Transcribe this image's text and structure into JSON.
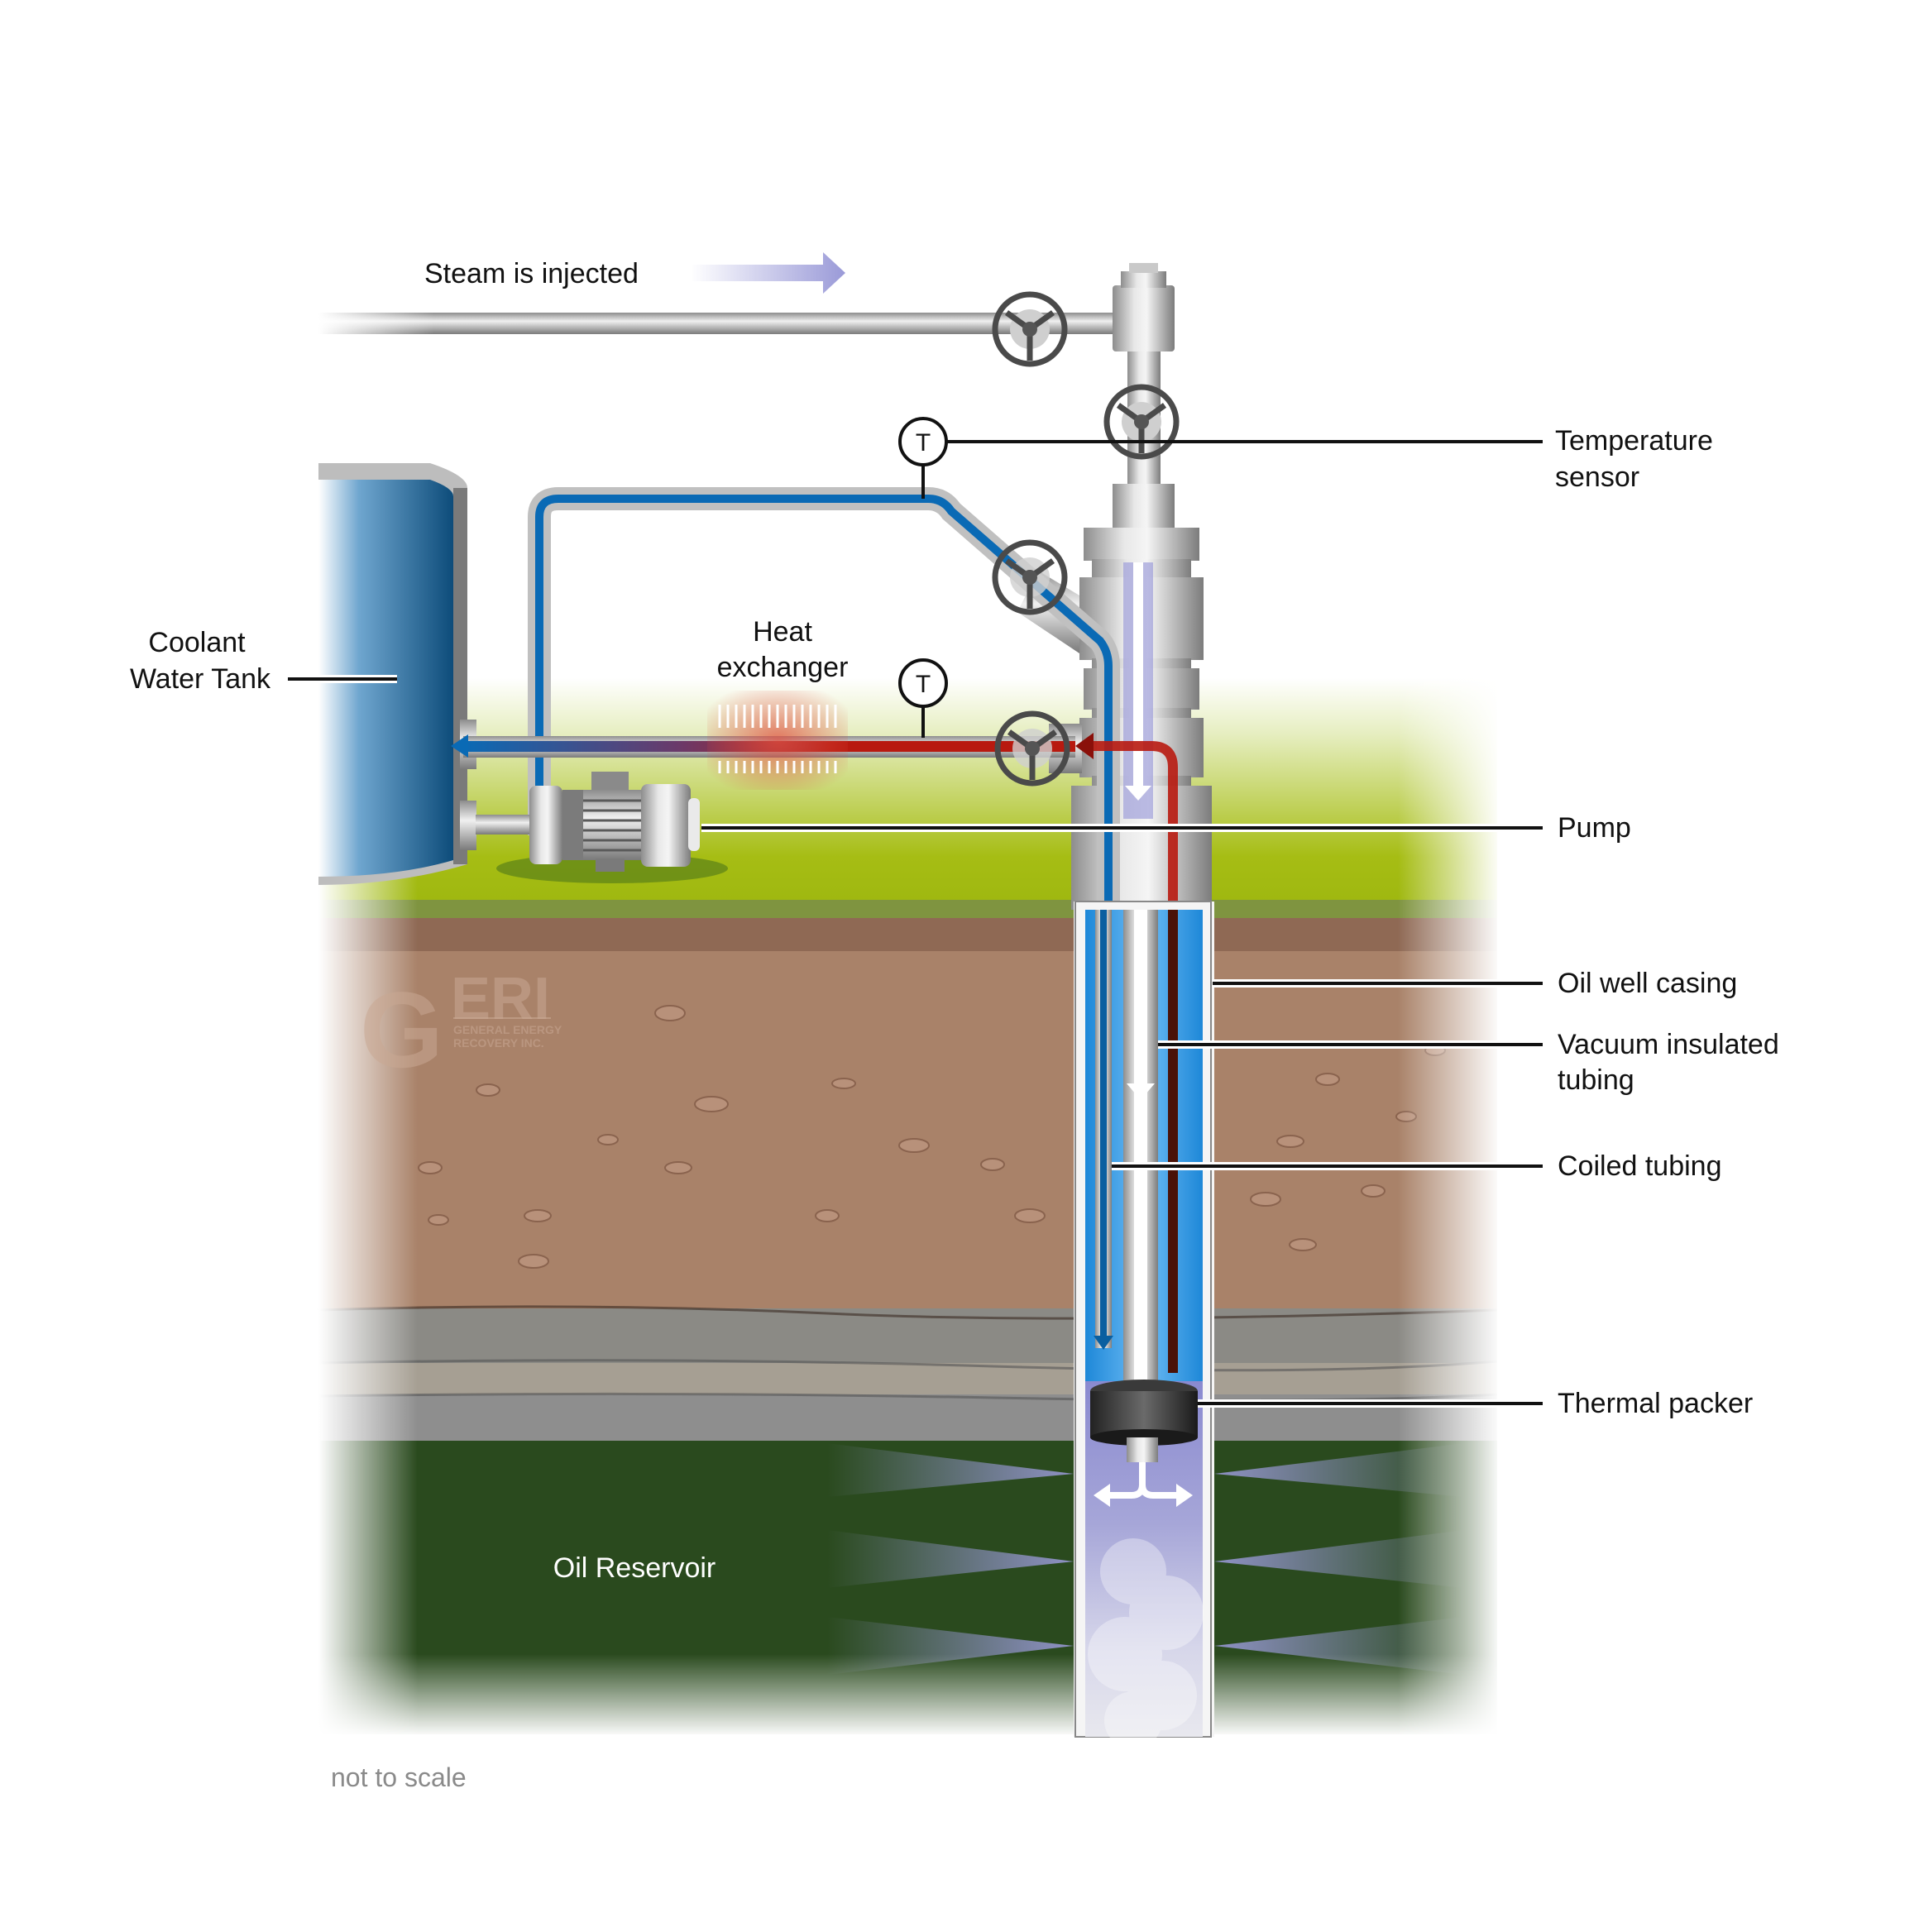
{
  "diagram": {
    "title_arrow_label": "Steam is injected",
    "footnote": "not to scale",
    "region_label": "Oil Reservoir",
    "tank_label_line1": "Coolant",
    "tank_label_line2": "Water Tank",
    "heat_exchanger_line1": "Heat",
    "heat_exchanger_line2": "exchanger",
    "sensor_letter": "T",
    "callouts": [
      {
        "id": "temperature-sensor",
        "line1": "Temperature",
        "line2": "sensor"
      },
      {
        "id": "pump",
        "line1": "Pump",
        "line2": ""
      },
      {
        "id": "oil-well-casing",
        "line1": "Oil well casing",
        "line2": ""
      },
      {
        "id": "vacuum-insulated-tubing",
        "line1": "Vacuum insulated",
        "line2": "tubing"
      },
      {
        "id": "coiled-tubing",
        "line1": "Coiled tubing",
        "line2": ""
      },
      {
        "id": "thermal-packer",
        "line1": "Thermal packer",
        "line2": ""
      }
    ],
    "logo": {
      "mark": "GERI",
      "letter": "G",
      "rest": "ERI",
      "subtitle_line1": "GENERAL ENERGY",
      "subtitle_line2": "RECOVERY INC."
    },
    "colors": {
      "coolant_blue": "#0a6ab5",
      "hot_red": "#b8190f",
      "steam_violet": "#9a9ad8",
      "grass": "#a4bb10",
      "soil": "#a98269",
      "reservoir": "#2a4a1e",
      "steel": "#c0c0c0"
    }
  }
}
